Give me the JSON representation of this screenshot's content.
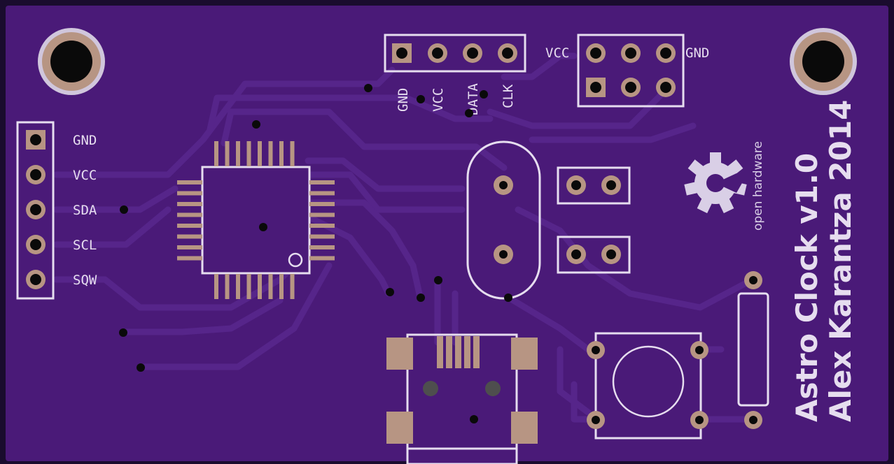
{
  "board": {
    "title": "Astro Clock v1.0",
    "author": "Alex Karantza 2014",
    "oshw_text": "open hardware"
  },
  "header_top": {
    "pins": [
      "GND",
      "VCC",
      "DATA",
      "CLK"
    ]
  },
  "header_left": {
    "pins": [
      "GND",
      "VCC",
      "SDA",
      "SCL",
      "SQW"
    ]
  },
  "isp_header": {
    "left_label": "VCC",
    "right_label": "GND"
  },
  "colors": {
    "soldermask": "#4a1a78",
    "copper_trace": "#56258a",
    "silkscreen": "#e6ddef",
    "pad": "#b79583",
    "drill": "#0a0a0a",
    "board_edge": "#1a0c2e"
  }
}
